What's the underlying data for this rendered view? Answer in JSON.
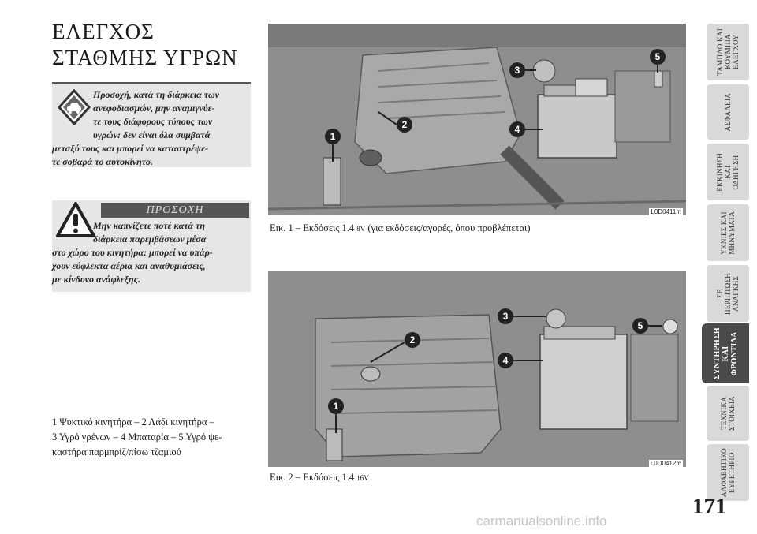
{
  "title": {
    "line1": "ΕΛΕΓΧΟΣ",
    "line2": "ΣΤΑΘΜΗΣ ΥΓΡΩΝ"
  },
  "note_caution": {
    "line1": "Προσοχή, κατά τη διάρκεια των",
    "line2": "ανεφοδιασμών, μην αναμιγνύε-",
    "line3": "τε τους διάφορους τύπους των",
    "line4": "υγρών: δεν είναι όλα συμβατά",
    "line5": "μεταξύ τους και μπορεί να καταστρέψε-",
    "line6": "τε σοβαρά το αυτοκίνητο."
  },
  "note_warning": {
    "header": "ΠΡΟΣΟΧΗ",
    "line1": "Μην καπνίζετε ποτέ κατά τη",
    "line2": "διάρκεια παρεμβάσεων μέσα",
    "line3": "στο χώρο του κινητήρα: μπορεί να υπάρ-",
    "line4": "χουν εύφλεκτα αέρια και αναθυμιάσεις,",
    "line5": "με κίνδυνο ανάφλεξης."
  },
  "legend": {
    "line1": "1 Ψυκτικό κινητήρα – 2 Λάδι κινητήρα –",
    "line2": "3 Υγρό γρένων – 4 Μπαταρία – 5 Υγρό ψε-",
    "line3": "καστήρα παρμπρίζ/πίσω τζαμιού"
  },
  "figure1": {
    "code": "L0D0411m",
    "caption_prefix": "Εικ. 1 – Εκδόσεις 1.4",
    "caption_small": "8V",
    "caption_suffix": "(για εκδόσεις/αγορές, όπου προβλέπεται)",
    "markers": [
      "1",
      "2",
      "3",
      "4",
      "5"
    ]
  },
  "figure2": {
    "code": "L0D0412m",
    "caption_prefix": "Εικ. 2 – Εκδόσεις 1.4",
    "caption_small": "16V",
    "markers": [
      "1",
      "2",
      "3",
      "4",
      "5"
    ]
  },
  "sidebar": {
    "tabs": [
      {
        "label": "ΤΑΜΠΛΟ ΚΑΙ\nΚΟΥΜΠΙΑ\nΕΛΕΓΧΟΥ"
      },
      {
        "label": "ΑΣΦΑΛΕΙΑ"
      },
      {
        "label": "ΕΚΚΙΝΗΣΗ\nΚΑΙ\nΟΔΗΓΗΣΗ"
      },
      {
        "label": "ΥΚΝΙΕΣ ΚΑΙ\nΜΗΝΥΜΑΤΑ"
      },
      {
        "label": "ΣΕ\nΠΕΡΙΠΤΩΣΗ\nΑΝΑΓΚΗΣ"
      },
      {
        "label": "ΣΥΝΤΗΡΗΣΗ\nΚΑΙ\nΦΡΟΝΤΙΔΑ"
      },
      {
        "label": "ΤΕΧΝΙΚΑ\nΣΤΟΙΧΕΙΑ"
      },
      {
        "label": "ΑΛΦΑΒΗΤΙΚΟ\nΕΥΡΕΤΗΡΙΟ"
      }
    ]
  },
  "page_number": "171",
  "watermark": "carmanualsonline.info"
}
